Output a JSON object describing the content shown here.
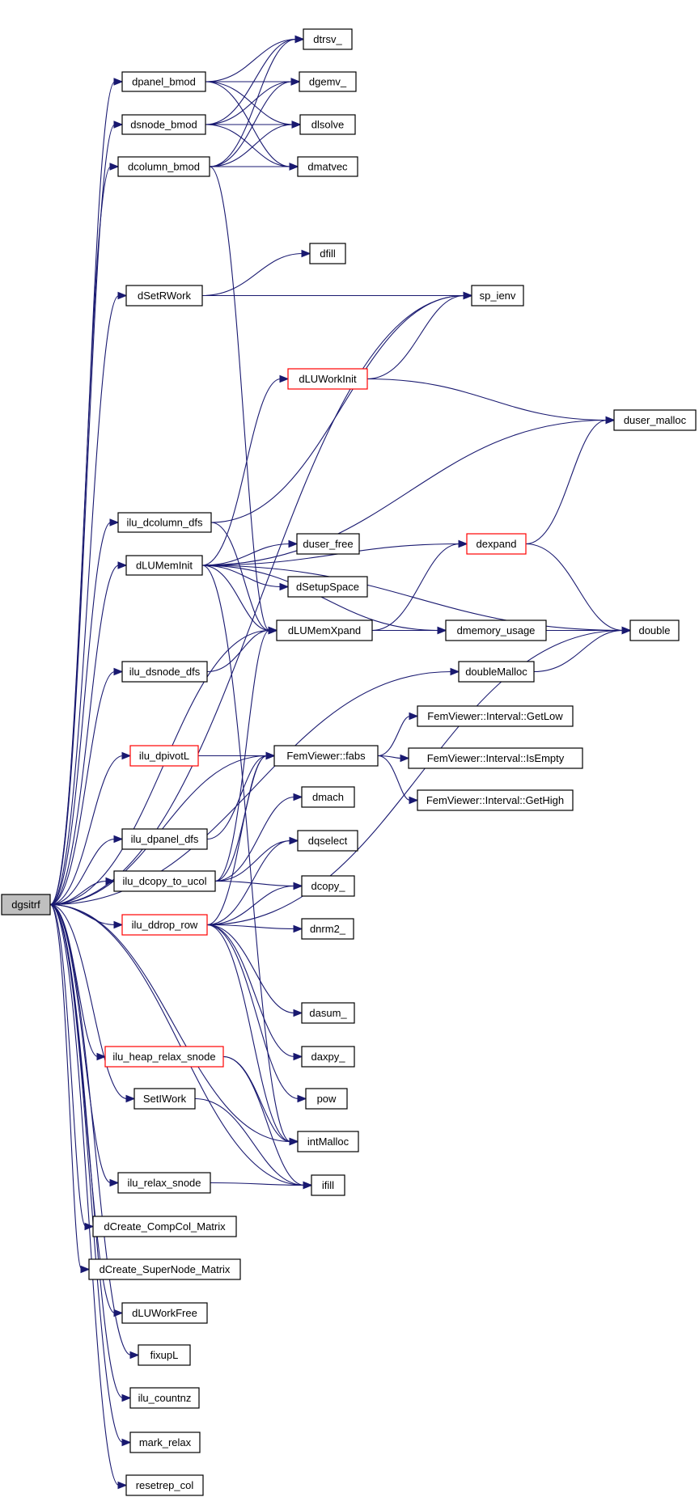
{
  "graph": {
    "edge_color": "#191970",
    "node_border_color": "#000000",
    "highlight_border_color": "#ff0000",
    "root_fill_color": "#bfbfbf",
    "nodes": [
      {
        "id": "dgsitrf",
        "label": "dgsitrf",
        "style": "root"
      },
      {
        "id": "dpanel_bmod",
        "label": "dpanel_bmod"
      },
      {
        "id": "dsnode_bmod",
        "label": "dsnode_bmod"
      },
      {
        "id": "dcolumn_bmod",
        "label": "dcolumn_bmod"
      },
      {
        "id": "dtrsv_",
        "label": "dtrsv_"
      },
      {
        "id": "dgemv_",
        "label": "dgemv_"
      },
      {
        "id": "dlsolve",
        "label": "dlsolve"
      },
      {
        "id": "dmatvec",
        "label": "dmatvec"
      },
      {
        "id": "dfill",
        "label": "dfill"
      },
      {
        "id": "dSetRWork",
        "label": "dSetRWork"
      },
      {
        "id": "sp_ienv",
        "label": "sp_ienv"
      },
      {
        "id": "dLUWorkInit",
        "label": "dLUWorkInit",
        "style": "red"
      },
      {
        "id": "duser_malloc",
        "label": "duser_malloc"
      },
      {
        "id": "ilu_dcolumn_dfs",
        "label": "ilu_dcolumn_dfs"
      },
      {
        "id": "dLUMemInit",
        "label": "dLUMemInit"
      },
      {
        "id": "duser_free",
        "label": "duser_free"
      },
      {
        "id": "dexpand",
        "label": "dexpand",
        "style": "red"
      },
      {
        "id": "dSetupSpace",
        "label": "dSetupSpace"
      },
      {
        "id": "dLUMemXpand",
        "label": "dLUMemXpand"
      },
      {
        "id": "dmemory_usage",
        "label": "dmemory_usage"
      },
      {
        "id": "double",
        "label": "double"
      },
      {
        "id": "ilu_dsnode_dfs",
        "label": "ilu_dsnode_dfs"
      },
      {
        "id": "doubleMalloc",
        "label": "doubleMalloc"
      },
      {
        "id": "GetLow",
        "label": "FemViewer::Interval::GetLow"
      },
      {
        "id": "ilu_dpivotL",
        "label": "ilu_dpivotL",
        "style": "red"
      },
      {
        "id": "fabs",
        "label": "FemViewer::fabs"
      },
      {
        "id": "IsEmpty",
        "label": "FemViewer::Interval::IsEmpty"
      },
      {
        "id": "GetHigh",
        "label": "FemViewer::Interval::GetHigh"
      },
      {
        "id": "dmach",
        "label": "dmach"
      },
      {
        "id": "ilu_dpanel_dfs",
        "label": "ilu_dpanel_dfs"
      },
      {
        "id": "dqselect",
        "label": "dqselect"
      },
      {
        "id": "ilu_dcopy_to_ucol",
        "label": "ilu_dcopy_to_ucol"
      },
      {
        "id": "dcopy_",
        "label": "dcopy_"
      },
      {
        "id": "ilu_ddrop_row",
        "label": "ilu_ddrop_row",
        "style": "red"
      },
      {
        "id": "dnrm2_",
        "label": "dnrm2_"
      },
      {
        "id": "dasum_",
        "label": "dasum_"
      },
      {
        "id": "daxpy_",
        "label": "daxpy_"
      },
      {
        "id": "ilu_heap_relax_snode",
        "label": "ilu_heap_relax_snode",
        "style": "red"
      },
      {
        "id": "pow",
        "label": "pow"
      },
      {
        "id": "SetIWork",
        "label": "SetIWork"
      },
      {
        "id": "intMalloc",
        "label": "intMalloc"
      },
      {
        "id": "ilu_relax_snode",
        "label": "ilu_relax_snode"
      },
      {
        "id": "ifill",
        "label": "ifill"
      },
      {
        "id": "dCreate_CompCol_Matrix",
        "label": "dCreate_CompCol_Matrix"
      },
      {
        "id": "dCreate_SuperNode_Matrix",
        "label": "dCreate_SuperNode_Matrix"
      },
      {
        "id": "dLUWorkFree",
        "label": "dLUWorkFree"
      },
      {
        "id": "fixupL",
        "label": "fixupL"
      },
      {
        "id": "ilu_countnz",
        "label": "ilu_countnz"
      },
      {
        "id": "mark_relax",
        "label": "mark_relax"
      },
      {
        "id": "resetrep_col",
        "label": "resetrep_col"
      }
    ],
    "edges": [
      [
        "dgsitrf",
        "dpanel_bmod"
      ],
      [
        "dgsitrf",
        "dsnode_bmod"
      ],
      [
        "dgsitrf",
        "dcolumn_bmod"
      ],
      [
        "dgsitrf",
        "sp_ienv"
      ],
      [
        "dgsitrf",
        "dSetRWork"
      ],
      [
        "dgsitrf",
        "ilu_dcolumn_dfs"
      ],
      [
        "dgsitrf",
        "dLUMemInit"
      ],
      [
        "dgsitrf",
        "dLUMemXpand"
      ],
      [
        "dgsitrf",
        "ilu_dsnode_dfs"
      ],
      [
        "dgsitrf",
        "doubleMalloc"
      ],
      [
        "dgsitrf",
        "ilu_dpivotL"
      ],
      [
        "dgsitrf",
        "fabs"
      ],
      [
        "dgsitrf",
        "ilu_dpanel_dfs"
      ],
      [
        "dgsitrf",
        "ilu_dcopy_to_ucol"
      ],
      [
        "dgsitrf",
        "ilu_ddrop_row"
      ],
      [
        "dgsitrf",
        "ilu_heap_relax_snode"
      ],
      [
        "dgsitrf",
        "SetIWork"
      ],
      [
        "dgsitrf",
        "intMalloc"
      ],
      [
        "dgsitrf",
        "ilu_relax_snode"
      ],
      [
        "dgsitrf",
        "ifill"
      ],
      [
        "dgsitrf",
        "dCreate_CompCol_Matrix"
      ],
      [
        "dgsitrf",
        "dCreate_SuperNode_Matrix"
      ],
      [
        "dgsitrf",
        "dLUWorkFree"
      ],
      [
        "dgsitrf",
        "fixupL"
      ],
      [
        "dgsitrf",
        "ilu_countnz"
      ],
      [
        "dgsitrf",
        "mark_relax"
      ],
      [
        "dgsitrf",
        "resetrep_col"
      ],
      [
        "dpanel_bmod",
        "dtrsv_"
      ],
      [
        "dpanel_bmod",
        "dgemv_"
      ],
      [
        "dpanel_bmod",
        "dlsolve"
      ],
      [
        "dpanel_bmod",
        "dmatvec"
      ],
      [
        "dsnode_bmod",
        "dtrsv_"
      ],
      [
        "dsnode_bmod",
        "dgemv_"
      ],
      [
        "dsnode_bmod",
        "dlsolve"
      ],
      [
        "dsnode_bmod",
        "dmatvec"
      ],
      [
        "dcolumn_bmod",
        "dtrsv_"
      ],
      [
        "dcolumn_bmod",
        "dgemv_"
      ],
      [
        "dcolumn_bmod",
        "dlsolve"
      ],
      [
        "dcolumn_bmod",
        "dmatvec"
      ],
      [
        "dcolumn_bmod",
        "dLUMemXpand"
      ],
      [
        "dSetRWork",
        "dfill"
      ],
      [
        "dSetRWork",
        "sp_ienv"
      ],
      [
        "dLUWorkInit",
        "sp_ienv"
      ],
      [
        "dLUWorkInit",
        "duser_malloc"
      ],
      [
        "ilu_dcolumn_dfs",
        "sp_ienv"
      ],
      [
        "ilu_dcolumn_dfs",
        "dLUMemXpand"
      ],
      [
        "dLUMemInit",
        "dLUWorkInit"
      ],
      [
        "dLUMemInit",
        "duser_malloc"
      ],
      [
        "dLUMemInit",
        "dexpand"
      ],
      [
        "dLUMemInit",
        "double"
      ],
      [
        "dLUMemInit",
        "duser_free"
      ],
      [
        "dLUMemInit",
        "dSetupSpace"
      ],
      [
        "dLUMemInit",
        "dLUMemXpand"
      ],
      [
        "dLUMemInit",
        "dmemory_usage"
      ],
      [
        "dLUMemInit",
        "intMalloc"
      ],
      [
        "dexpand",
        "duser_malloc"
      ],
      [
        "dexpand",
        "double"
      ],
      [
        "dLUMemXpand",
        "dexpand"
      ],
      [
        "dLUMemXpand",
        "dmemory_usage"
      ],
      [
        "dmemory_usage",
        "double"
      ],
      [
        "ilu_dsnode_dfs",
        "dLUMemXpand"
      ],
      [
        "doubleMalloc",
        "double"
      ],
      [
        "ilu_dpivotL",
        "fabs"
      ],
      [
        "fabs",
        "GetLow"
      ],
      [
        "fabs",
        "IsEmpty"
      ],
      [
        "fabs",
        "GetHigh"
      ],
      [
        "ilu_dpanel_dfs",
        "fabs"
      ],
      [
        "ilu_dcopy_to_ucol",
        "dLUMemXpand"
      ],
      [
        "ilu_dcopy_to_ucol",
        "fabs"
      ],
      [
        "ilu_dcopy_to_ucol",
        "dmach"
      ],
      [
        "ilu_dcopy_to_ucol",
        "dqselect"
      ],
      [
        "ilu_dcopy_to_ucol",
        "dcopy_"
      ],
      [
        "ilu_ddrop_row",
        "fabs"
      ],
      [
        "ilu_ddrop_row",
        "dqselect"
      ],
      [
        "ilu_ddrop_row",
        "dcopy_"
      ],
      [
        "ilu_ddrop_row",
        "dnrm2_"
      ],
      [
        "ilu_ddrop_row",
        "double"
      ],
      [
        "ilu_ddrop_row",
        "dasum_"
      ],
      [
        "ilu_ddrop_row",
        "daxpy_"
      ],
      [
        "ilu_ddrop_row",
        "pow"
      ],
      [
        "ilu_ddrop_row",
        "intMalloc"
      ],
      [
        "ilu_heap_relax_snode",
        "intMalloc"
      ],
      [
        "ilu_heap_relax_snode",
        "ifill"
      ],
      [
        "SetIWork",
        "ifill"
      ],
      [
        "ilu_relax_snode",
        "ifill"
      ]
    ]
  }
}
